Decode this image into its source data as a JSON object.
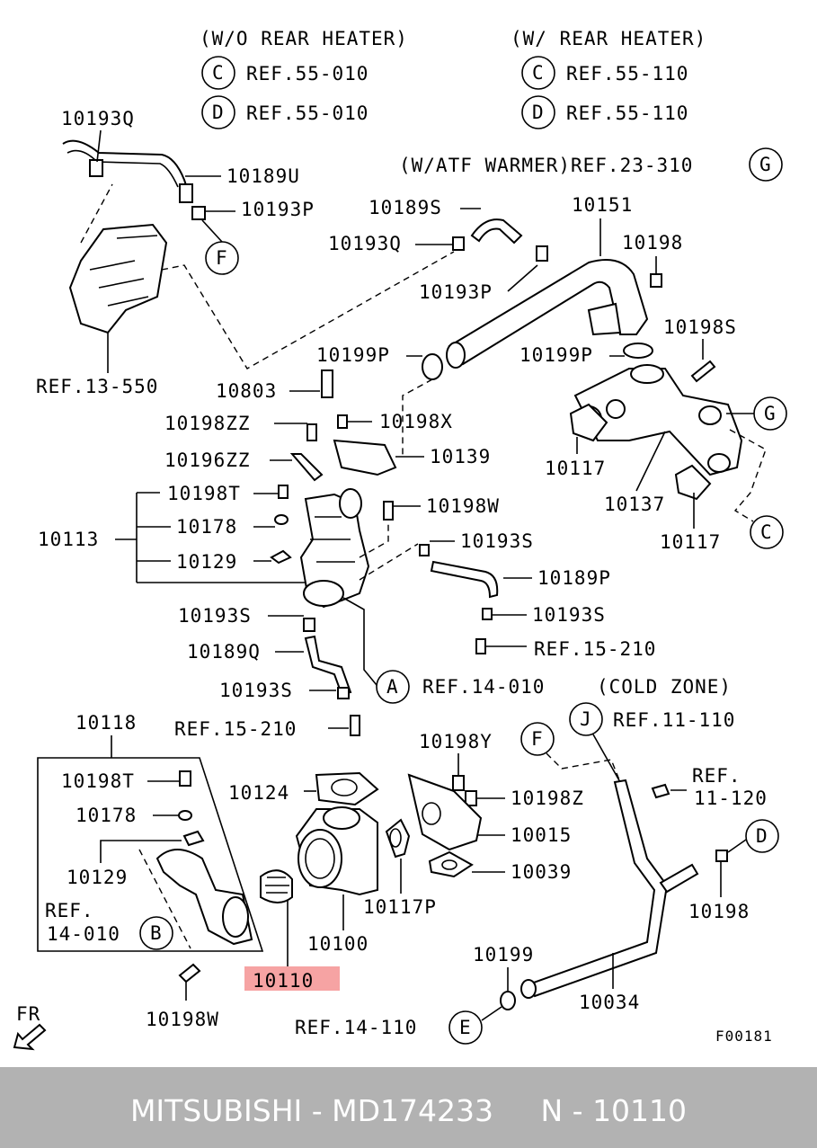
{
  "diagram": {
    "headers": {
      "wo_rear_heater": "(W/O REAR HEATER)",
      "w_rear_heater": "(W/ REAR HEATER)",
      "ref_c_wo": "REF.55-010",
      "ref_d_wo": "REF.55-010",
      "ref_c_w": "REF.55-110",
      "ref_d_w": "REF.55-110",
      "atf_warmer": "(W/ATF WARMER)REF.23-310",
      "cold_zone": "(COLD ZONE)"
    },
    "circle_letters": {
      "c1": "C",
      "d1": "D",
      "c2": "C",
      "d2": "D",
      "g1": "G",
      "f1": "F",
      "g2": "G",
      "c3": "C",
      "a1": "A",
      "b1": "B",
      "f2": "F",
      "j1": "J",
      "d3": "D",
      "e1": "E"
    },
    "labels": {
      "p10193q_a": "10193Q",
      "p10189u": "10189U",
      "p10193p_a": "10193P",
      "ref13550": "REF.13-550",
      "p10189s": "10189S",
      "p10151": "10151",
      "p10193q_b": "10193Q",
      "p10198_a": "10198",
      "p10193p_b": "10193P",
      "p10198s": "10198S",
      "p10199p_a": "10199P",
      "p10199p_b": "10199P",
      "p10803": "10803",
      "p10198zz": "10198ZZ",
      "p10198x": "10198X",
      "p10196zz": "10196ZZ",
      "p10139": "10139",
      "p10117_a": "10117",
      "p10137": "10137",
      "p10117_b": "10117",
      "p10198t_a": "10198T",
      "p10198w_a": "10198W",
      "p10113": "10113",
      "p10178_a": "10178",
      "p10193s_a": "10193S",
      "p10129_a": "10129",
      "p10189p": "10189P",
      "p10193s_b": "10193S",
      "p10193s_c": "10193S",
      "ref15210_a": "REF.15-210",
      "p10189q": "10189Q",
      "ref14010_a": "REF.14-010",
      "p10193s_d": "10193S",
      "p10118": "10118",
      "ref15210_b": "REF.15-210",
      "ref11110": "REF.11-110",
      "p10198y": "10198Y",
      "p10198t_b": "10198T",
      "p10124": "10124",
      "p10198z": "10198Z",
      "ref11120_a": "REF.",
      "ref11120_b": "11-120",
      "p10178_b": "10178",
      "p10015": "10015",
      "p10129_b": "10129",
      "p10039": "10039",
      "ref14010_b1": "REF.",
      "ref14010_b2": "14-010",
      "p10117p": "10117P",
      "p10198_b": "10198",
      "p10100": "10100",
      "p10110": "10110",
      "p10199": "10199",
      "p10034": "10034",
      "p10198w_b": "10198W",
      "ref14110": "REF.14-110",
      "fr": "FR",
      "fig_code": "F00181"
    },
    "highlight_color": "#f6a3a3"
  },
  "footer": {
    "brand": "MITSUBISHI",
    "sep1": " - ",
    "part_number": "MD174233",
    "gap": "     ",
    "prefix": "N",
    "sep2": " - ",
    "ref_number": "10110",
    "background": "#b2b2b2"
  }
}
